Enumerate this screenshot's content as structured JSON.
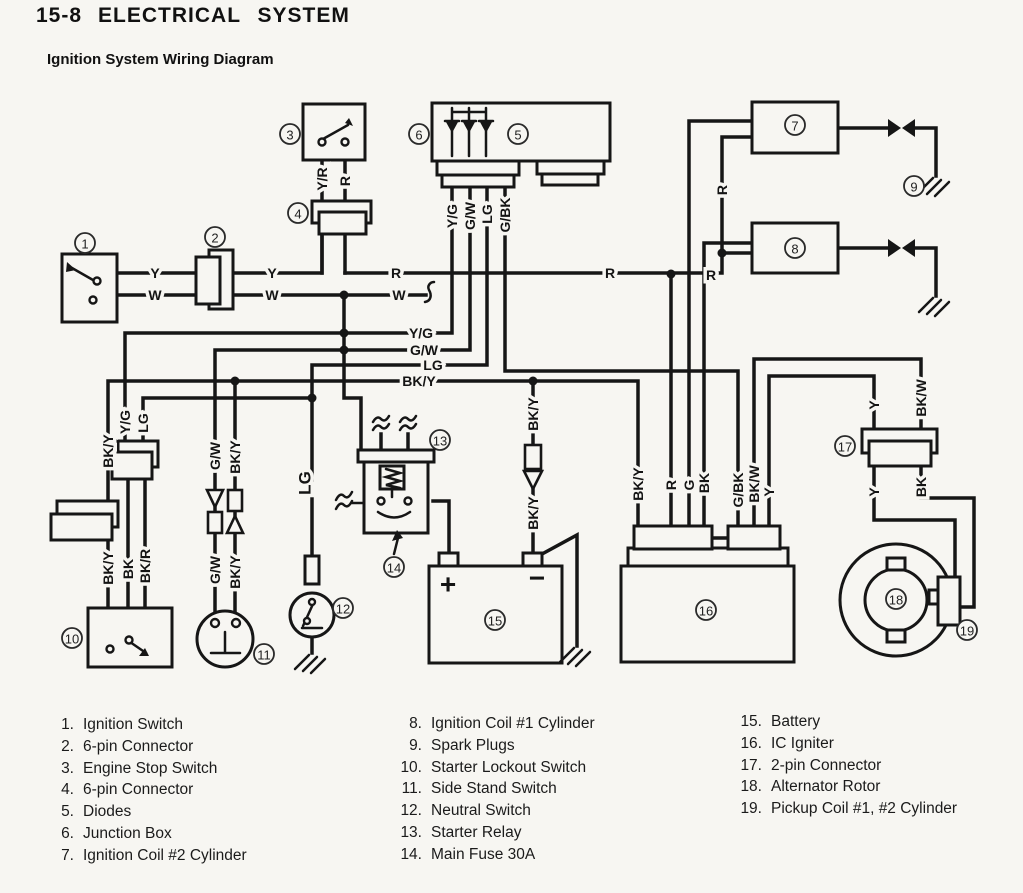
{
  "header": {
    "section_number": "15-8",
    "section_title": "ELECTRICAL SYSTEM",
    "diagram_title": "Ignition System Wiring Diagram"
  },
  "colors": {
    "ink": "#161616",
    "paper": "#f7f6f2"
  },
  "battery": {
    "plus": "+",
    "minus": "−"
  },
  "circled": [
    "1",
    "2",
    "3",
    "4",
    "5",
    "6",
    "7",
    "8",
    "9",
    "10",
    "11",
    "12",
    "13",
    "14",
    "15",
    "16",
    "17",
    "18",
    "19"
  ],
  "wires": [
    {
      "t": "Y"
    },
    {
      "t": "W"
    },
    {
      "t": "Y"
    },
    {
      "t": "W"
    },
    {
      "t": "R"
    },
    {
      "t": "W"
    },
    {
      "t": "R"
    },
    {
      "t": "R"
    },
    {
      "t": "Y/G"
    },
    {
      "t": "G/W"
    },
    {
      "t": "LG"
    },
    {
      "t": "BK/Y"
    },
    {
      "t": "Y/R"
    },
    {
      "t": "R"
    },
    {
      "t": "Y/G"
    },
    {
      "t": "G/W"
    },
    {
      "t": "LG"
    },
    {
      "t": "G/BK"
    },
    {
      "t": "R"
    },
    {
      "t": "BK/Y"
    },
    {
      "t": "Y/G"
    },
    {
      "t": "LG"
    },
    {
      "t": "BK/Y"
    },
    {
      "t": "BK"
    },
    {
      "t": "BK/R"
    },
    {
      "t": "G/W"
    },
    {
      "t": "BK/Y"
    },
    {
      "t": "G/W"
    },
    {
      "t": "BK/Y"
    },
    {
      "t": "LG"
    },
    {
      "t": "BK/Y"
    },
    {
      "t": "BK/Y"
    },
    {
      "t": "BK/Y"
    },
    {
      "t": "R"
    },
    {
      "t": "G"
    },
    {
      "t": "BK"
    },
    {
      "t": "G/BK"
    },
    {
      "t": "BK/W"
    },
    {
      "t": "Y"
    },
    {
      "t": "Y"
    },
    {
      "t": "BK/W"
    },
    {
      "t": "Y"
    },
    {
      "t": "BK"
    }
  ],
  "legend": {
    "columns": [
      {
        "items": [
          {
            "num": "1.",
            "label": "Ignition Switch"
          },
          {
            "num": "2.",
            "label": "6-pin Connector"
          },
          {
            "num": "3.",
            "label": "Engine Stop Switch"
          },
          {
            "num": "4.",
            "label": "6-pin Connector"
          },
          {
            "num": "5.",
            "label": "Diodes"
          },
          {
            "num": "6.",
            "label": "Junction Box"
          },
          {
            "num": "7.",
            "label": "Ignition Coil #2 Cylinder"
          }
        ]
      },
      {
        "items": [
          {
            "num": "8.",
            "label": "Ignition Coil #1 Cylinder"
          },
          {
            "num": "9.",
            "label": "Spark Plugs"
          },
          {
            "num": "10.",
            "label": "Starter Lockout Switch"
          },
          {
            "num": "11.",
            "label": "Side Stand Switch"
          },
          {
            "num": "12.",
            "label": "Neutral Switch"
          },
          {
            "num": "13.",
            "label": "Starter Relay"
          },
          {
            "num": "14.",
            "label": "Main Fuse 30A"
          }
        ]
      },
      {
        "items": [
          {
            "num": "15.",
            "label": "Battery"
          },
          {
            "num": "16.",
            "label": "IC Igniter"
          },
          {
            "num": "17.",
            "label": "2-pin Connector"
          },
          {
            "num": "18.",
            "label": "Alternator Rotor"
          },
          {
            "num": "19.",
            "label": "Pickup Coil #1, #2 Cylinder"
          }
        ]
      }
    ]
  }
}
